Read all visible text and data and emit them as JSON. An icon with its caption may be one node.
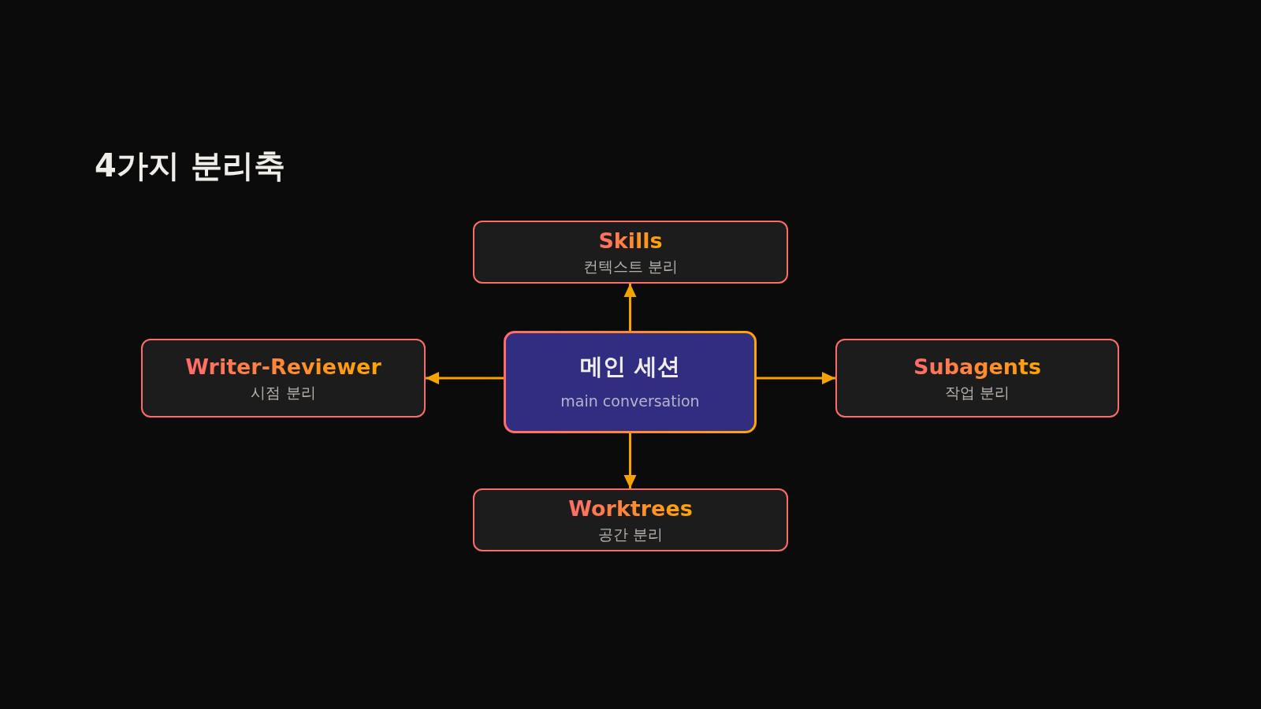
{
  "diagram": {
    "title": "4가지 분리축",
    "nodes": [
      {
        "text": [
          "Skills",
          "컨텍스트 분리"
        ]
      },
      {
        "text": [
          "Writer-Reviewer",
          "시점 분리"
        ]
      },
      {
        "text": [
          "메인 세션",
          "main conversation"
        ]
      },
      {
        "text": [
          "Subagents",
          "작업 분리"
        ]
      },
      {
        "text": [
          "Worktrees",
          "공간 분리"
        ]
      }
    ],
    "edges": [
      {
        "from": 2,
        "to": 0,
        "arrow": "to"
      },
      {
        "from": 2,
        "to": 1,
        "arrow": "to"
      },
      {
        "from": 2,
        "to": 3,
        "arrow": "to"
      },
      {
        "from": 2,
        "to": 4,
        "arrow": "to"
      }
    ]
  }
}
